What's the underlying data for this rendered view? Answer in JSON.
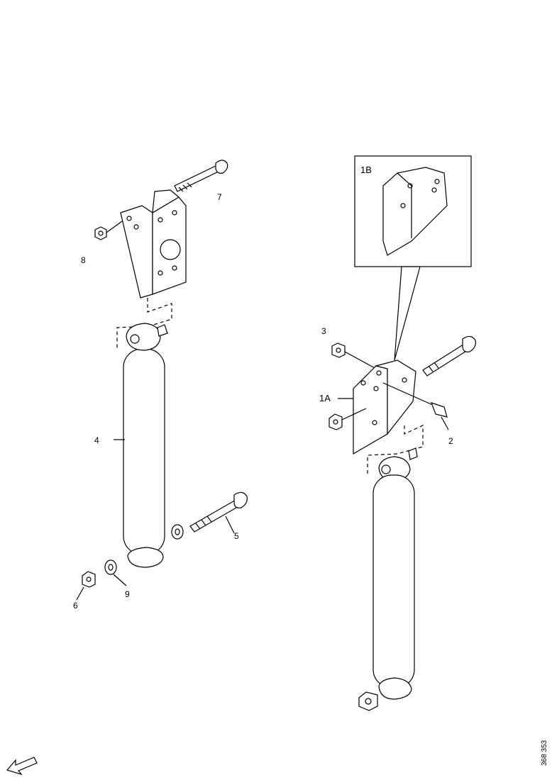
{
  "callouts": {
    "c1A": "1A",
    "c1B": "1B",
    "c2": "2",
    "c3": "3",
    "c4": "4",
    "c5": "5",
    "c6": "6",
    "c7": "7",
    "c8": "8",
    "c9": "9"
  },
  "reference_number": "368 353"
}
